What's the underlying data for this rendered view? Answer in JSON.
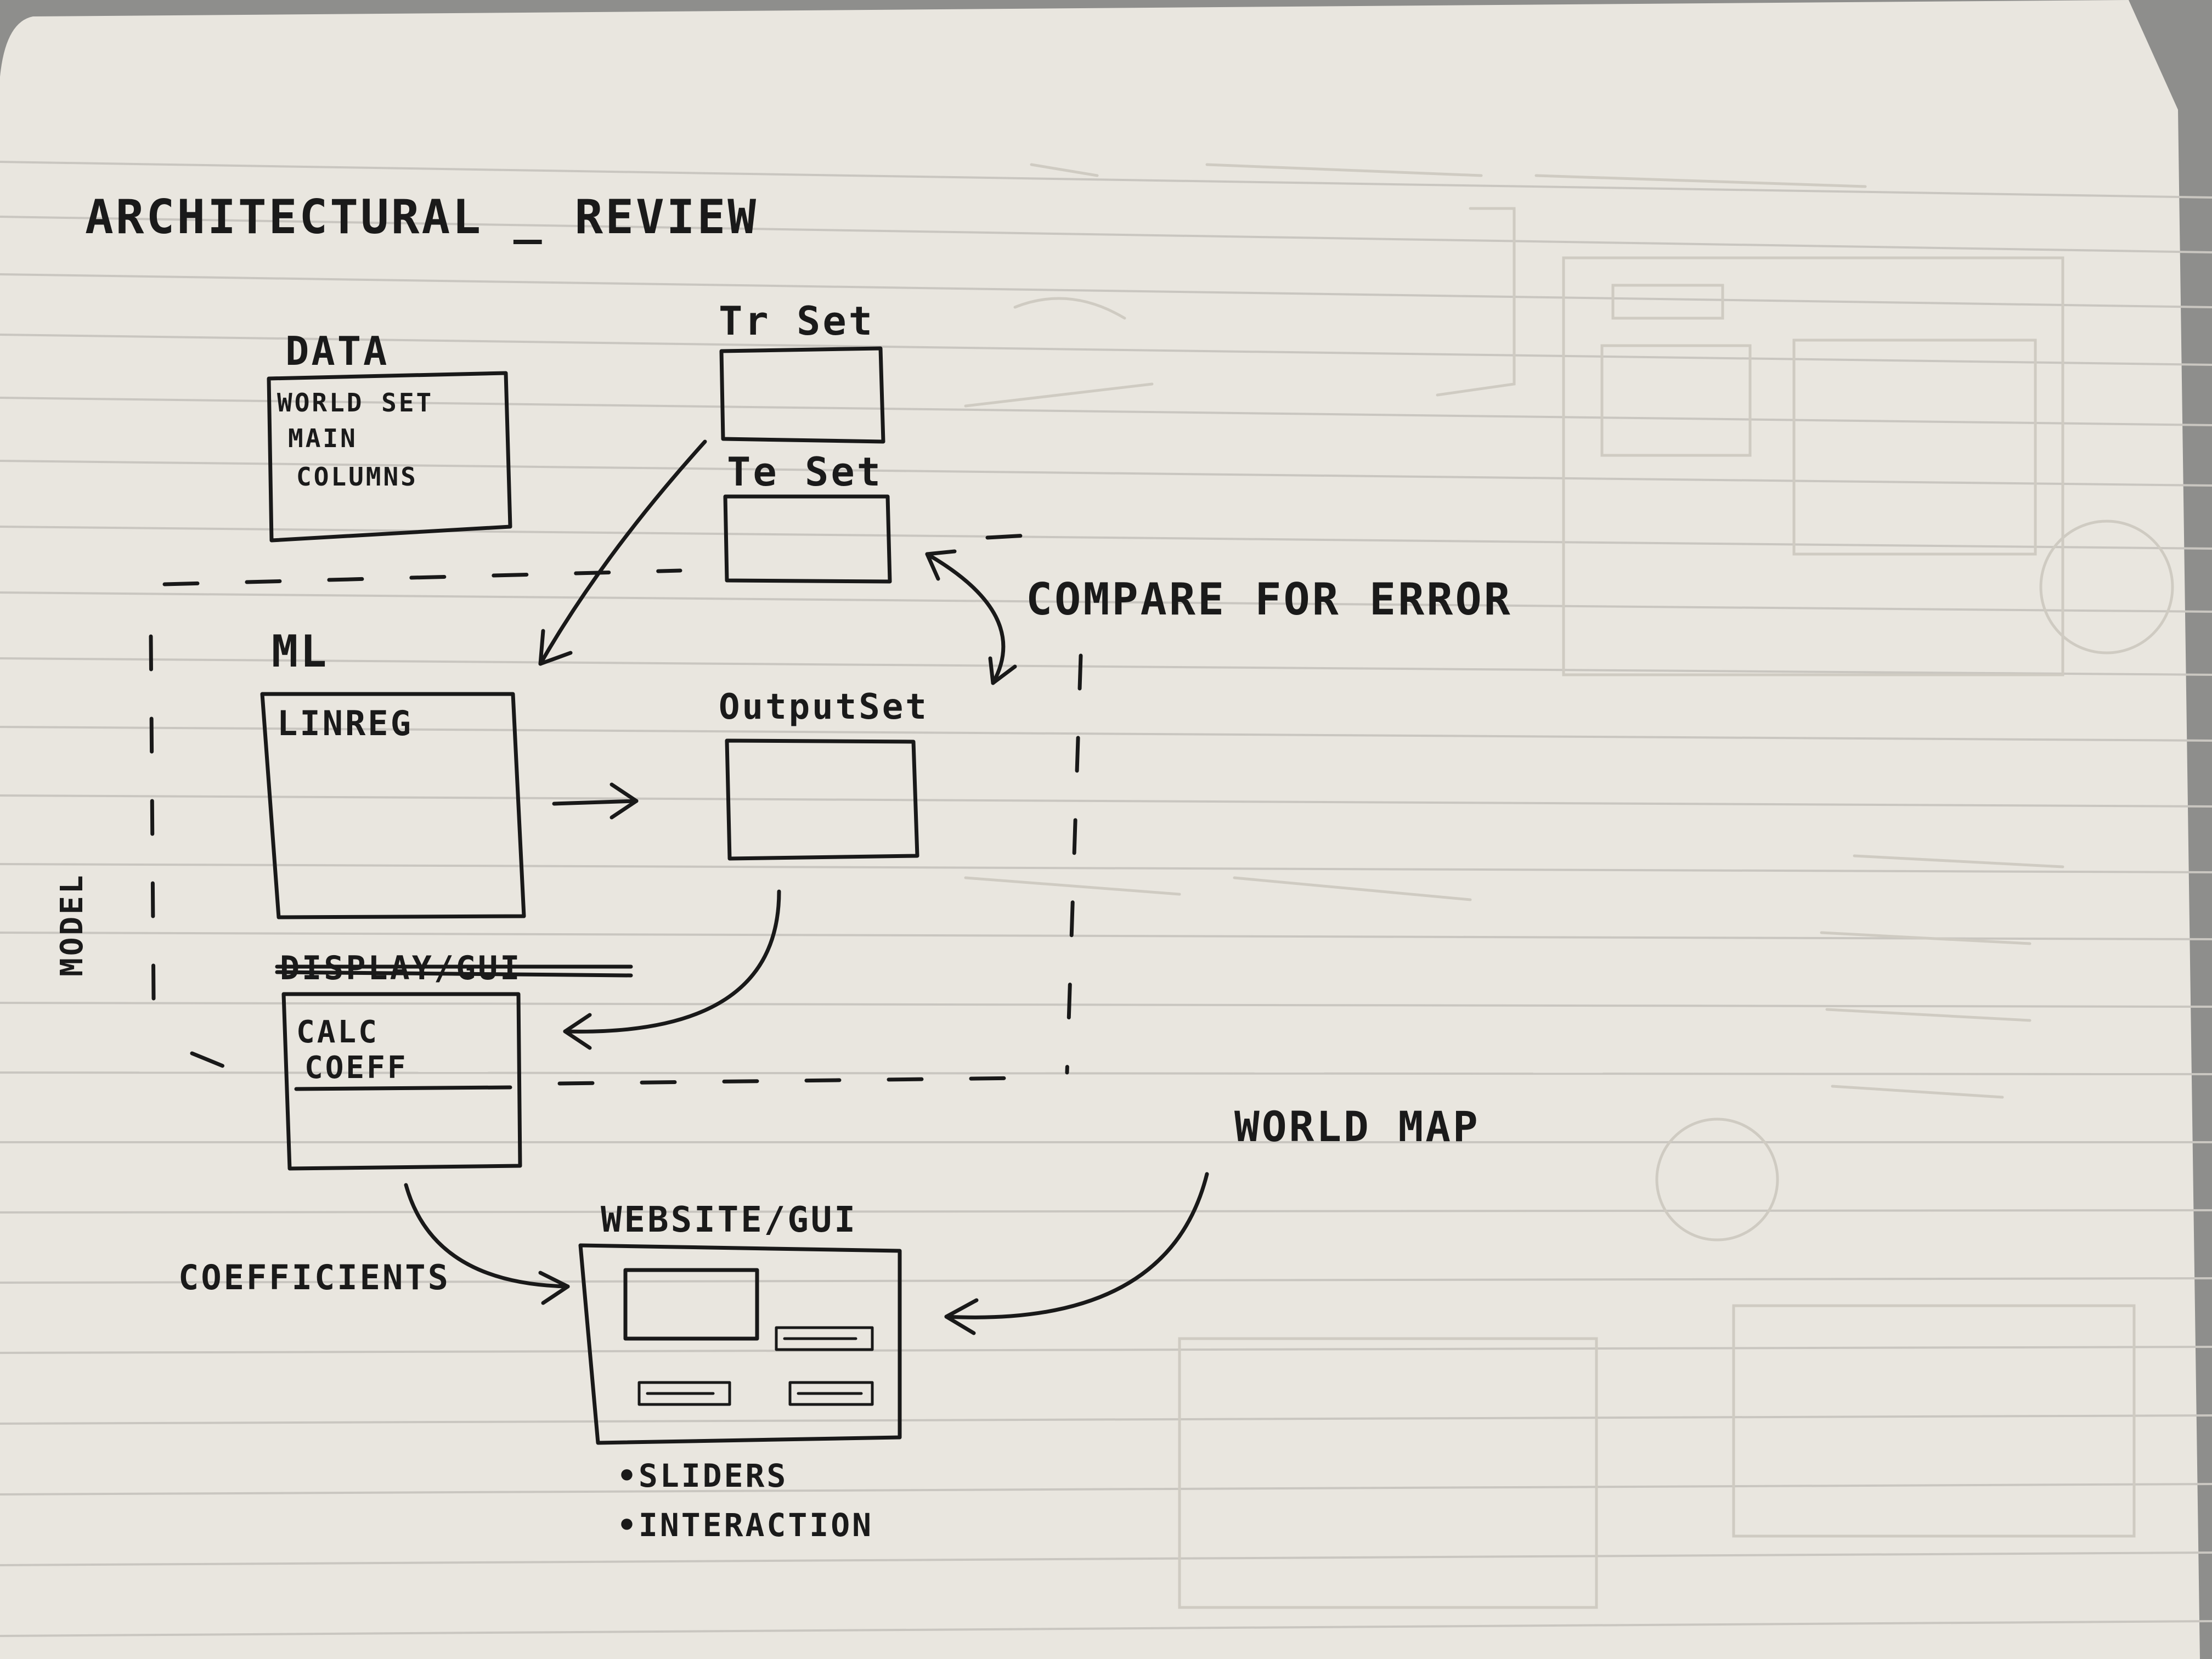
{
  "title": "ARCHITECTURAL _ REVIEW",
  "boxes": {
    "data": {
      "label": "DATA",
      "lines": [
        "WORLD SET",
        "MAIN",
        "COLUMNS"
      ]
    },
    "trset": {
      "label": "Tr Set"
    },
    "teset": {
      "label": "Te Set"
    },
    "ml": {
      "label": "ML"
    },
    "linreg": {
      "label": "LINREG"
    },
    "outputset": {
      "label": "OutputSet"
    },
    "struck": {
      "label": "DISPLAY/GUI"
    },
    "calc": {
      "lines": [
        "CALC",
        "COEFF"
      ]
    },
    "website": {
      "label": "WEBSITE/GUI"
    }
  },
  "annotations": {
    "compare": "COMPARE FOR ERROR",
    "model": "MODEL",
    "world_map": "WORLD MAP",
    "coefficients": "COEFFICIENTS",
    "bullets": [
      "•SLIDERS",
      "•INTERACTION"
    ]
  },
  "colors": {
    "paper": "#e9e6df",
    "ink": "#191919",
    "rule": "#c9c6c0",
    "bleed": "#d2cec6"
  }
}
